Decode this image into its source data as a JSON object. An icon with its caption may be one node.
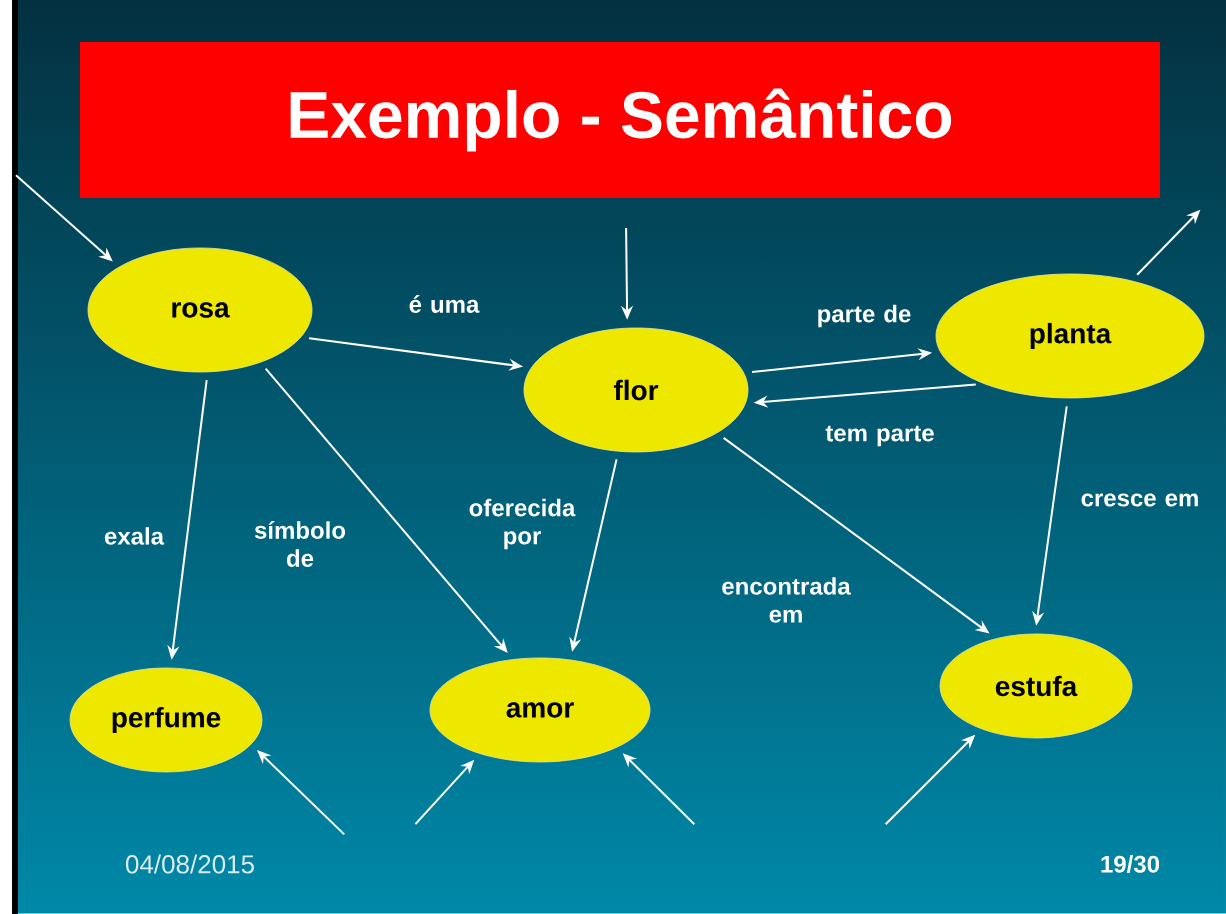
{
  "diagram": {
    "title": "Exemplo - Semântico",
    "nodes": [
      {
        "text": [
          "rosa"
        ]
      },
      {
        "text": [
          "flor"
        ]
      },
      {
        "text": [
          "planta"
        ]
      },
      {
        "text": [
          "perfume"
        ]
      },
      {
        "text": [
          "amor"
        ]
      },
      {
        "text": [
          "estufa"
        ]
      }
    ],
    "edges": [
      {
        "from": null,
        "to": 0,
        "arrow": "to"
      },
      {
        "from": null,
        "to": 1,
        "arrow": "to"
      },
      {
        "from": 2,
        "to": null,
        "arrow": "to"
      },
      {
        "from": 0,
        "to": 1,
        "arrow": "to",
        "label": "é uma"
      },
      {
        "from": 1,
        "to": 2,
        "arrow": "to",
        "label": "parte de"
      },
      {
        "from": 2,
        "to": 1,
        "arrow": "to",
        "label": "tem parte"
      },
      {
        "from": 0,
        "to": 3,
        "arrow": "to",
        "label": "exala"
      },
      {
        "from": 0,
        "to": 4,
        "arrow": "to",
        "label": "símbolo de"
      },
      {
        "from": 1,
        "to": 4,
        "arrow": "to",
        "label": "oferecida por"
      },
      {
        "from": 1,
        "to": 5,
        "arrow": "to",
        "label": "encontrada em"
      },
      {
        "from": 2,
        "to": 5,
        "arrow": "to",
        "label": "cresce em"
      },
      {
        "from": null,
        "to": 3,
        "arrow": "to"
      },
      {
        "from": null,
        "to": 4,
        "arrow": "to"
      },
      {
        "from": null,
        "to": 4,
        "arrow": "to"
      },
      {
        "from": null,
        "to": 5,
        "arrow": "to"
      }
    ],
    "labels": [
      "04/08/2015",
      "19/30"
    ]
  }
}
